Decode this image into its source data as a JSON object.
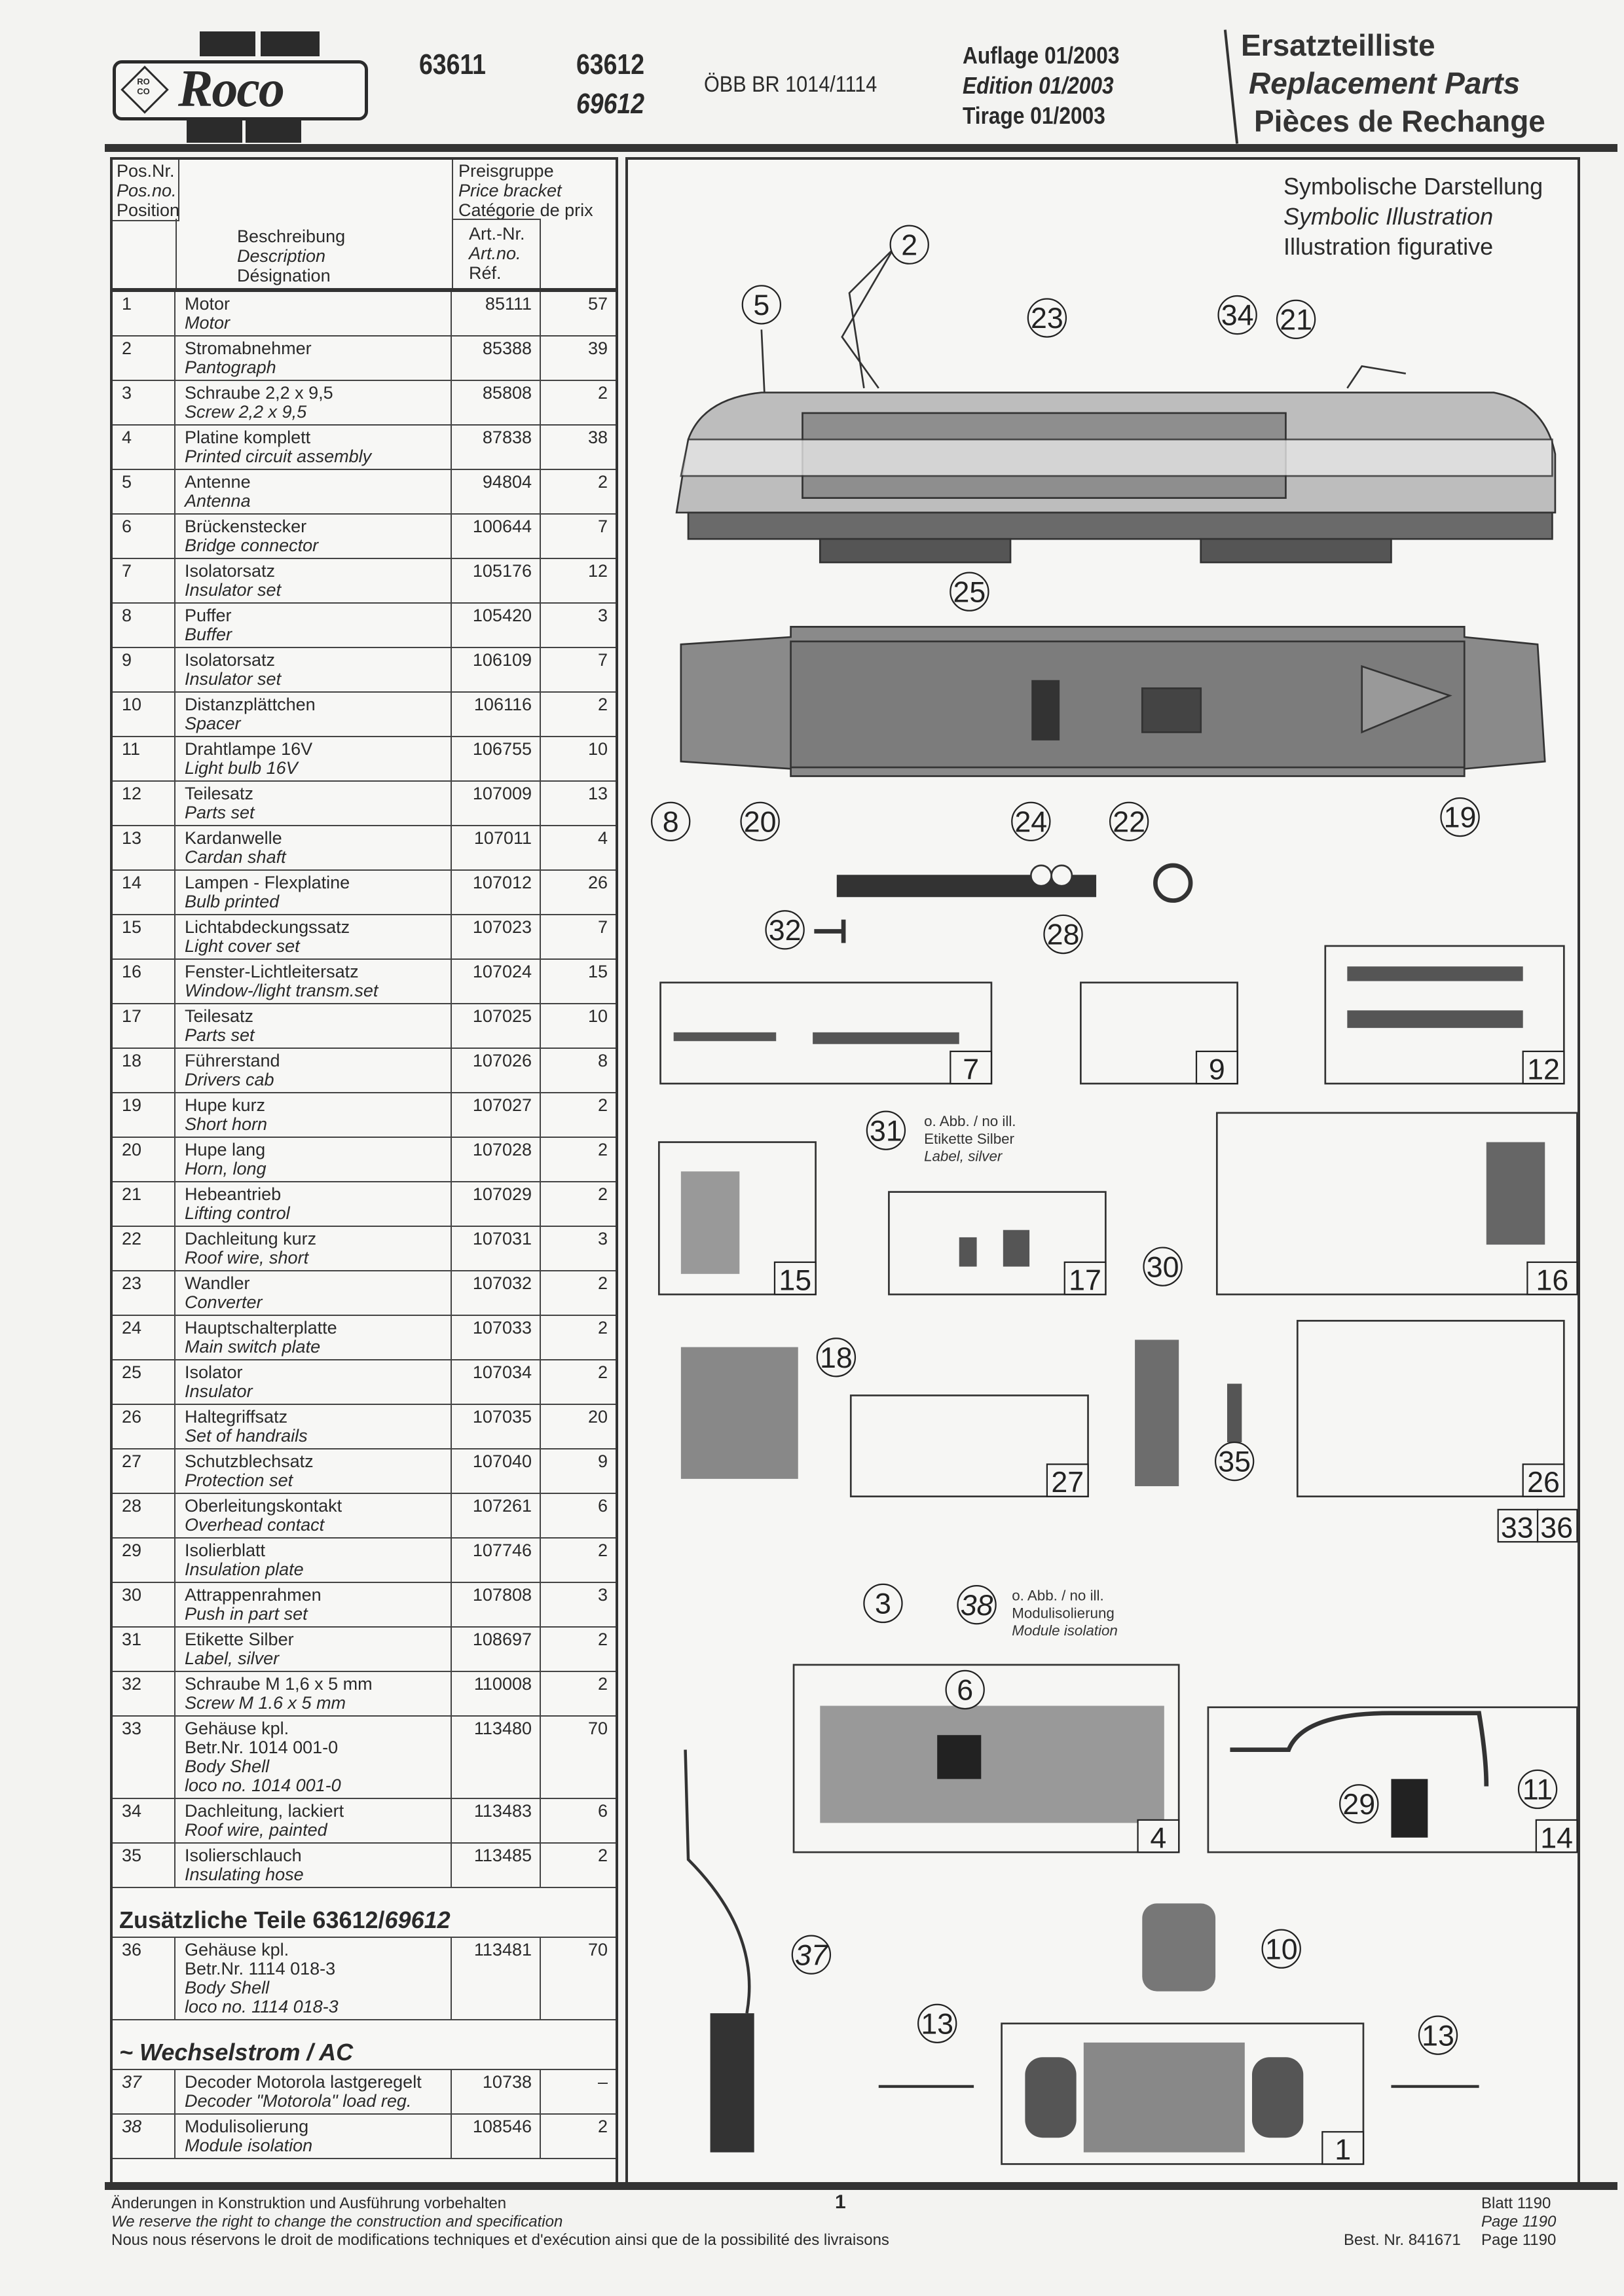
{
  "header": {
    "logo": "Roco",
    "logo_mark": "RO CO",
    "item_numbers": [
      "63611",
      "63612",
      "69612"
    ],
    "model": "ÖBB  BR 1014/1114",
    "edition": {
      "de": "Auflage 01/2003",
      "en": "Edition 01/2003",
      "fr": "Tirage 01/2003"
    },
    "title": {
      "de": "Ersatzteilliste",
      "en": "Replacement Parts",
      "fr": "Pièces de Rechange"
    }
  },
  "table": {
    "col_pos": [
      "Pos.Nr.",
      "Pos.no.",
      "Position"
    ],
    "col_desc": [
      "Beschreibung",
      "Description",
      "Désignation"
    ],
    "col_price": [
      "Preisgruppe",
      "Price bracket",
      "Catégorie de prix"
    ],
    "col_art": [
      "Art.-Nr.",
      "Art.no.",
      "Réf."
    ],
    "rows": [
      {
        "pos": "1",
        "de": [
          "Motor"
        ],
        "en": [
          "Motor"
        ],
        "art": "85111",
        "price": "57"
      },
      {
        "pos": "2",
        "de": [
          "Stromabnehmer"
        ],
        "en": [
          "Pantograph"
        ],
        "art": "85388",
        "price": "39"
      },
      {
        "pos": "3",
        "de": [
          "Schraube 2,2 x 9,5"
        ],
        "en": [
          "Screw 2,2 x  9,5"
        ],
        "art": "85808",
        "price": "2"
      },
      {
        "pos": "4",
        "de": [
          "Platine komplett"
        ],
        "en": [
          "Printed circuit assembly"
        ],
        "art": "87838",
        "price": "38"
      },
      {
        "pos": "5",
        "de": [
          "Antenne"
        ],
        "en": [
          "Antenna"
        ],
        "art": "94804",
        "price": "2"
      },
      {
        "pos": "6",
        "de": [
          "Brückenstecker"
        ],
        "en": [
          "Bridge connector"
        ],
        "art": "100644",
        "price": "7"
      },
      {
        "pos": "7",
        "de": [
          "Isolatorsatz"
        ],
        "en": [
          "Insulator set"
        ],
        "art": "105176",
        "price": "12"
      },
      {
        "pos": "8",
        "de": [
          "Puffer"
        ],
        "en": [
          "Buffer"
        ],
        "art": "105420",
        "price": "3"
      },
      {
        "pos": "9",
        "de": [
          "Isolatorsatz"
        ],
        "en": [
          "Insulator set"
        ],
        "art": "106109",
        "price": "7"
      },
      {
        "pos": "10",
        "de": [
          "Distanzplättchen"
        ],
        "en": [
          "Spacer"
        ],
        "art": "106116",
        "price": "2"
      },
      {
        "pos": "11",
        "de": [
          "Drahtlampe 16V"
        ],
        "en": [
          "Light bulb 16V"
        ],
        "art": "106755",
        "price": "10"
      },
      {
        "pos": "12",
        "de": [
          "Teilesatz"
        ],
        "en": [
          "Parts set"
        ],
        "art": "107009",
        "price": "13"
      },
      {
        "pos": "13",
        "de": [
          "Kardanwelle"
        ],
        "en": [
          "Cardan shaft"
        ],
        "art": "107011",
        "price": "4"
      },
      {
        "pos": "14",
        "de": [
          "Lampen - Flexplatine"
        ],
        "en": [
          "Bulb printed"
        ],
        "art": "107012",
        "price": "26"
      },
      {
        "pos": "15",
        "de": [
          "Lichtabdeckungssatz"
        ],
        "en": [
          "Light cover set"
        ],
        "art": "107023",
        "price": "7"
      },
      {
        "pos": "16",
        "de": [
          "Fenster-Lichtleitersatz"
        ],
        "en": [
          "Window-/light transm.set"
        ],
        "art": "107024",
        "price": "15"
      },
      {
        "pos": "17",
        "de": [
          "Teilesatz"
        ],
        "en": [
          "Parts set"
        ],
        "art": "107025",
        "price": "10"
      },
      {
        "pos": "18",
        "de": [
          "Führerstand"
        ],
        "en": [
          "Drivers cab"
        ],
        "art": "107026",
        "price": "8"
      },
      {
        "pos": "19",
        "de": [
          "Hupe kurz"
        ],
        "en": [
          "Short horn"
        ],
        "art": "107027",
        "price": "2"
      },
      {
        "pos": "20",
        "de": [
          "Hupe lang"
        ],
        "en": [
          "Horn, long"
        ],
        "art": "107028",
        "price": "2"
      },
      {
        "pos": "21",
        "de": [
          "Hebeantrieb"
        ],
        "en": [
          "Lifting control"
        ],
        "art": "107029",
        "price": "2"
      },
      {
        "pos": "22",
        "de": [
          "Dachleitung kurz"
        ],
        "en": [
          "Roof wire, short"
        ],
        "art": "107031",
        "price": "3"
      },
      {
        "pos": "23",
        "de": [
          "Wandler"
        ],
        "en": [
          "Converter"
        ],
        "art": "107032",
        "price": "2"
      },
      {
        "pos": "24",
        "de": [
          "Hauptschalterplatte"
        ],
        "en": [
          "Main switch plate"
        ],
        "art": "107033",
        "price": "2"
      },
      {
        "pos": "25",
        "de": [
          "Isolator"
        ],
        "en": [
          "Insulator"
        ],
        "art": "107034",
        "price": "2"
      },
      {
        "pos": "26",
        "de": [
          "Haltegriffsatz"
        ],
        "en": [
          "Set of handrails"
        ],
        "art": "107035",
        "price": "20"
      },
      {
        "pos": "27",
        "de": [
          "Schutzblechsatz"
        ],
        "en": [
          "Protection set"
        ],
        "art": "107040",
        "price": "9"
      },
      {
        "pos": "28",
        "de": [
          "Oberleitungskontakt"
        ],
        "en": [
          "Overhead contact"
        ],
        "art": "107261",
        "price": "6"
      },
      {
        "pos": "29",
        "de": [
          "Isolierblatt"
        ],
        "en": [
          "Insulation plate"
        ],
        "art": "107746",
        "price": "2"
      },
      {
        "pos": "30",
        "de": [
          "Attrappenrahmen"
        ],
        "en": [
          "Push in part set"
        ],
        "art": "107808",
        "price": "3"
      },
      {
        "pos": "31",
        "de": [
          "Etikette Silber"
        ],
        "en": [
          "Label, silver"
        ],
        "art": "108697",
        "price": "2"
      },
      {
        "pos": "32",
        "de": [
          "Schraube M 1,6 x 5 mm"
        ],
        "en": [
          "Screw M 1.6 x 5 mm"
        ],
        "art": "110008",
        "price": "2"
      },
      {
        "pos": "33",
        "de": [
          "Gehäuse kpl.",
          "Betr.Nr. 1014 001-0"
        ],
        "en": [
          "Body Shell",
          "loco no. 1014 001-0"
        ],
        "art": "113480",
        "price": "70"
      },
      {
        "pos": "34",
        "de": [
          "Dachleitung, lackiert"
        ],
        "en": [
          "Roof wire, painted"
        ],
        "art": "113483",
        "price": "6"
      },
      {
        "pos": "35",
        "de": [
          "Isolierschlauch"
        ],
        "en": [
          "Insulating hose"
        ],
        "art": "113485",
        "price": "2"
      }
    ],
    "section_additional": {
      "label": "Zusätzliche Teile 63612/",
      "label_italic": "69612"
    },
    "rows_additional": [
      {
        "pos": "36",
        "de": [
          "Gehäuse kpl.",
          "Betr.Nr. 1114 018-3"
        ],
        "en": [
          "Body Shell",
          "loco no. 1114 018-3"
        ],
        "art": "113481",
        "price": "70"
      }
    ],
    "section_ac": {
      "label": "~ Wechselstrom / AC"
    },
    "rows_ac": [
      {
        "pos": "37",
        "de": [
          "Decoder Motorola lastgeregelt"
        ],
        "en": [
          "Decoder \"Motorola\" load reg."
        ],
        "art": "10738",
        "price": "–",
        "italic_pos": true
      },
      {
        "pos": "38",
        "de": [
          "Modulisolierung"
        ],
        "en": [
          "Module isolation"
        ],
        "art": "108546",
        "price": "2",
        "italic_pos": true
      }
    ]
  },
  "illustration": {
    "caption": {
      "de": "Symbolische Darstellung",
      "en": "Symbolic Illustration",
      "fr": "Illustration figurative"
    },
    "callouts": [
      "2",
      "5",
      "23",
      "34",
      "21",
      "25",
      "8",
      "20",
      "24",
      "22",
      "19",
      "32",
      "28",
      "31",
      "30",
      "18",
      "35",
      "3",
      "38",
      "6",
      "11",
      "29",
      "37",
      "10",
      "13",
      "13"
    ],
    "box_labels": [
      "7",
      "9",
      "12",
      "15",
      "17",
      "16",
      "27",
      "26",
      "33",
      "36",
      "4",
      "14",
      "1"
    ],
    "note_31": {
      "no_ill": "o. Abb. / no ill.",
      "de": "Etikette Silber",
      "en": "Label, silver"
    },
    "note_38": {
      "no_ill": "o. Abb. / no ill.",
      "de": "Modulisolierung",
      "en": "Module isolation"
    }
  },
  "footer": {
    "de": "Änderungen in Konstruktion und Ausführung vorbehalten",
    "en": "We reserve the right to change the construction and specification",
    "fr": "Nous nous réservons le droit de modifications techniques et d'exécution ainsi que de la possibilité des livraisons",
    "page_number": "1",
    "order_no": "Best. Nr. 841671",
    "sheet": {
      "de": "Blatt 1190",
      "en": "Page 1190",
      "fr": "Page 1190"
    }
  }
}
